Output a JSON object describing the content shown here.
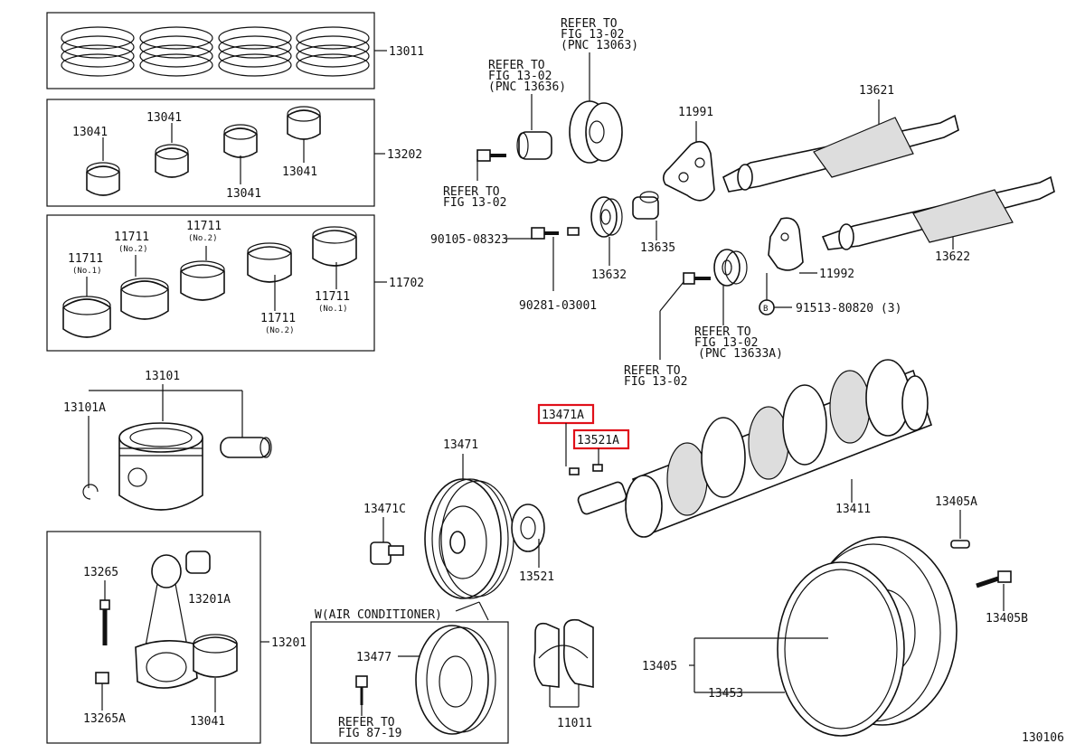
{
  "figure_id": "130106",
  "callouts": {
    "p13011": "13011",
    "p13202": "13202",
    "p13702": "11702",
    "p13201": "13201",
    "b13041_1": "13041",
    "b13041_2": "13041",
    "b13041_3": "13041",
    "b13041_4": "13041",
    "b11711_no1_a": "11711",
    "b11711_no1_a_sub": "(No.1)",
    "b11711_no2_a": "11711",
    "b11711_no2_a_sub": "(No.2)",
    "b11711_no2_b": "11711",
    "b11711_no2_b_sub": "(No.2)",
    "b11711_no2_c": "11711",
    "b11711_no2_c_sub": "(No.2)",
    "b11711_no1_b": "11711",
    "b11711_no1_b_sub": "(No.1)",
    "p13101": "13101",
    "p13101A": "13101A",
    "p13265": "13265",
    "p13201A": "13201A",
    "p13265A": "13265A",
    "p13041_rod": "13041",
    "p13471": "13471",
    "p13471C": "13471C",
    "p13521": "13521",
    "p13471A": "13471A",
    "p13521A": "13521A",
    "p13411": "13411",
    "p13405A": "13405A",
    "p13405B": "13405B",
    "p13405": "13405",
    "p13453": "13453",
    "p11011": "11011",
    "p13477": "13477",
    "p13621": "13621",
    "p13622": "13622",
    "p11991": "11991",
    "p11992": "11992",
    "p13632": "13632",
    "p13635": "13635",
    "p90105": "90105-08323",
    "p90281": "90281-03001",
    "p91513": "91513-80820 (3)"
  },
  "refs": {
    "r1_l1": "REFER TO",
    "r1_l2": "FIG 13-02",
    "r1_l3": "(PNC 13063)",
    "r2_l1": "REFER TO",
    "r2_l2": "FIG 13-02",
    "r2_l3": "(PNC 13636)",
    "r3_l1": "REFER TO",
    "r3_l2": "FIG 13-02",
    "r4_l1": "REFER TO",
    "r4_l2": "FIG 13-02",
    "r4_l3": "(PNC 13633A)",
    "r5_l1": "REFER TO",
    "r5_l2": "FIG 13-02",
    "r6_l1": "REFER TO",
    "r6_l2": "FIG 87-19"
  },
  "ac_box_title": "W(AIR CONDITIONER)",
  "highlight_color": "#e0101a"
}
